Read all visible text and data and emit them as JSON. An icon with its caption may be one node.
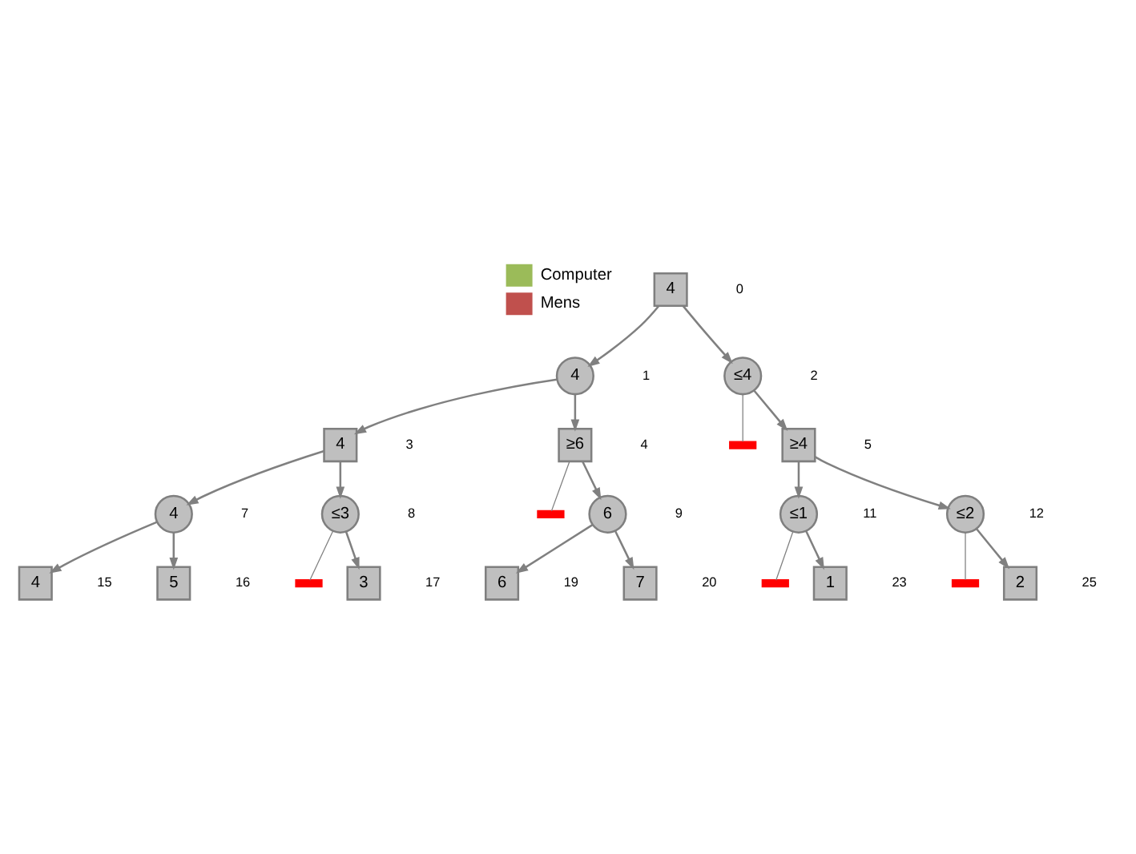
{
  "diagram": {
    "nodes": [
      {
        "text": [
          "4"
        ],
        "beside": [
          "0"
        ]
      },
      {
        "text": [
          "4"
        ],
        "beside": [
          "1"
        ]
      },
      {
        "text": [
          "≤4"
        ],
        "beside": [
          "2"
        ]
      },
      {
        "text": [],
        "shape": "bar"
      },
      {
        "text": [
          "4"
        ],
        "beside": [
          "3"
        ]
      },
      {
        "text": [
          "≥6"
        ],
        "beside": [
          "4"
        ]
      },
      {
        "text": [
          "≥4"
        ],
        "beside": [
          "5"
        ]
      },
      {
        "text": [],
        "shape": "bar"
      },
      {
        "text": [
          "4"
        ],
        "beside": [
          "7"
        ]
      },
      {
        "text": [
          "≤3"
        ],
        "beside": [
          "8"
        ]
      },
      {
        "text": [
          "6"
        ],
        "beside": [
          "9"
        ]
      },
      {
        "text": [
          "≤1"
        ],
        "beside": [
          "11"
        ]
      },
      {
        "text": [
          "≤2"
        ],
        "beside": [
          "12"
        ]
      },
      {
        "text": [],
        "shape": "bar"
      },
      {
        "text": [],
        "shape": "bar"
      },
      {
        "text": [],
        "shape": "bar"
      },
      {
        "text": [
          "4"
        ],
        "beside": [
          "15"
        ]
      },
      {
        "text": [
          "5"
        ],
        "beside": [
          "16"
        ]
      },
      {
        "text": [
          "3"
        ],
        "beside": [
          "17"
        ]
      },
      {
        "text": [
          "6"
        ],
        "beside": [
          "19"
        ]
      },
      {
        "text": [
          "7"
        ],
        "beside": [
          "20"
        ]
      },
      {
        "text": [
          "1"
        ],
        "beside": [
          "23"
        ]
      },
      {
        "text": [
          "2"
        ],
        "beside": [
          "25"
        ]
      }
    ],
    "edges": [
      {
        "from": 0,
        "to": 1,
        "arrow": "to"
      },
      {
        "from": 0,
        "to": 2,
        "arrow": "to"
      },
      {
        "from": 2,
        "to": 3,
        "arrow": "none"
      },
      {
        "from": 1,
        "to": 4,
        "arrow": "to"
      },
      {
        "from": 1,
        "to": 5,
        "arrow": "to"
      },
      {
        "from": 2,
        "to": 6,
        "arrow": "to"
      },
      {
        "from": 5,
        "to": 7,
        "arrow": "none"
      },
      {
        "from": 4,
        "to": 8,
        "arrow": "to"
      },
      {
        "from": 4,
        "to": 9,
        "arrow": "to"
      },
      {
        "from": 5,
        "to": 10,
        "arrow": "to"
      },
      {
        "from": 6,
        "to": 11,
        "arrow": "to"
      },
      {
        "from": 6,
        "to": 12,
        "arrow": "to"
      },
      {
        "from": 9,
        "to": 13,
        "arrow": "none"
      },
      {
        "from": 11,
        "to": 14,
        "arrow": "none"
      },
      {
        "from": 12,
        "to": 15,
        "arrow": "none"
      },
      {
        "from": 8,
        "to": 16,
        "arrow": "to"
      },
      {
        "from": 8,
        "to": 17,
        "arrow": "to"
      },
      {
        "from": 9,
        "to": 18,
        "arrow": "to"
      },
      {
        "from": 10,
        "to": 19,
        "arrow": "to"
      },
      {
        "from": 10,
        "to": 20,
        "arrow": "to"
      },
      {
        "from": 11,
        "to": 21,
        "arrow": "to"
      },
      {
        "from": 12,
        "to": 22,
        "arrow": "to"
      }
    ],
    "legend": [
      {
        "text": "Computer",
        "color": "#9bbb59"
      },
      {
        "text": "Mens",
        "color": "#c0504d"
      }
    ]
  }
}
